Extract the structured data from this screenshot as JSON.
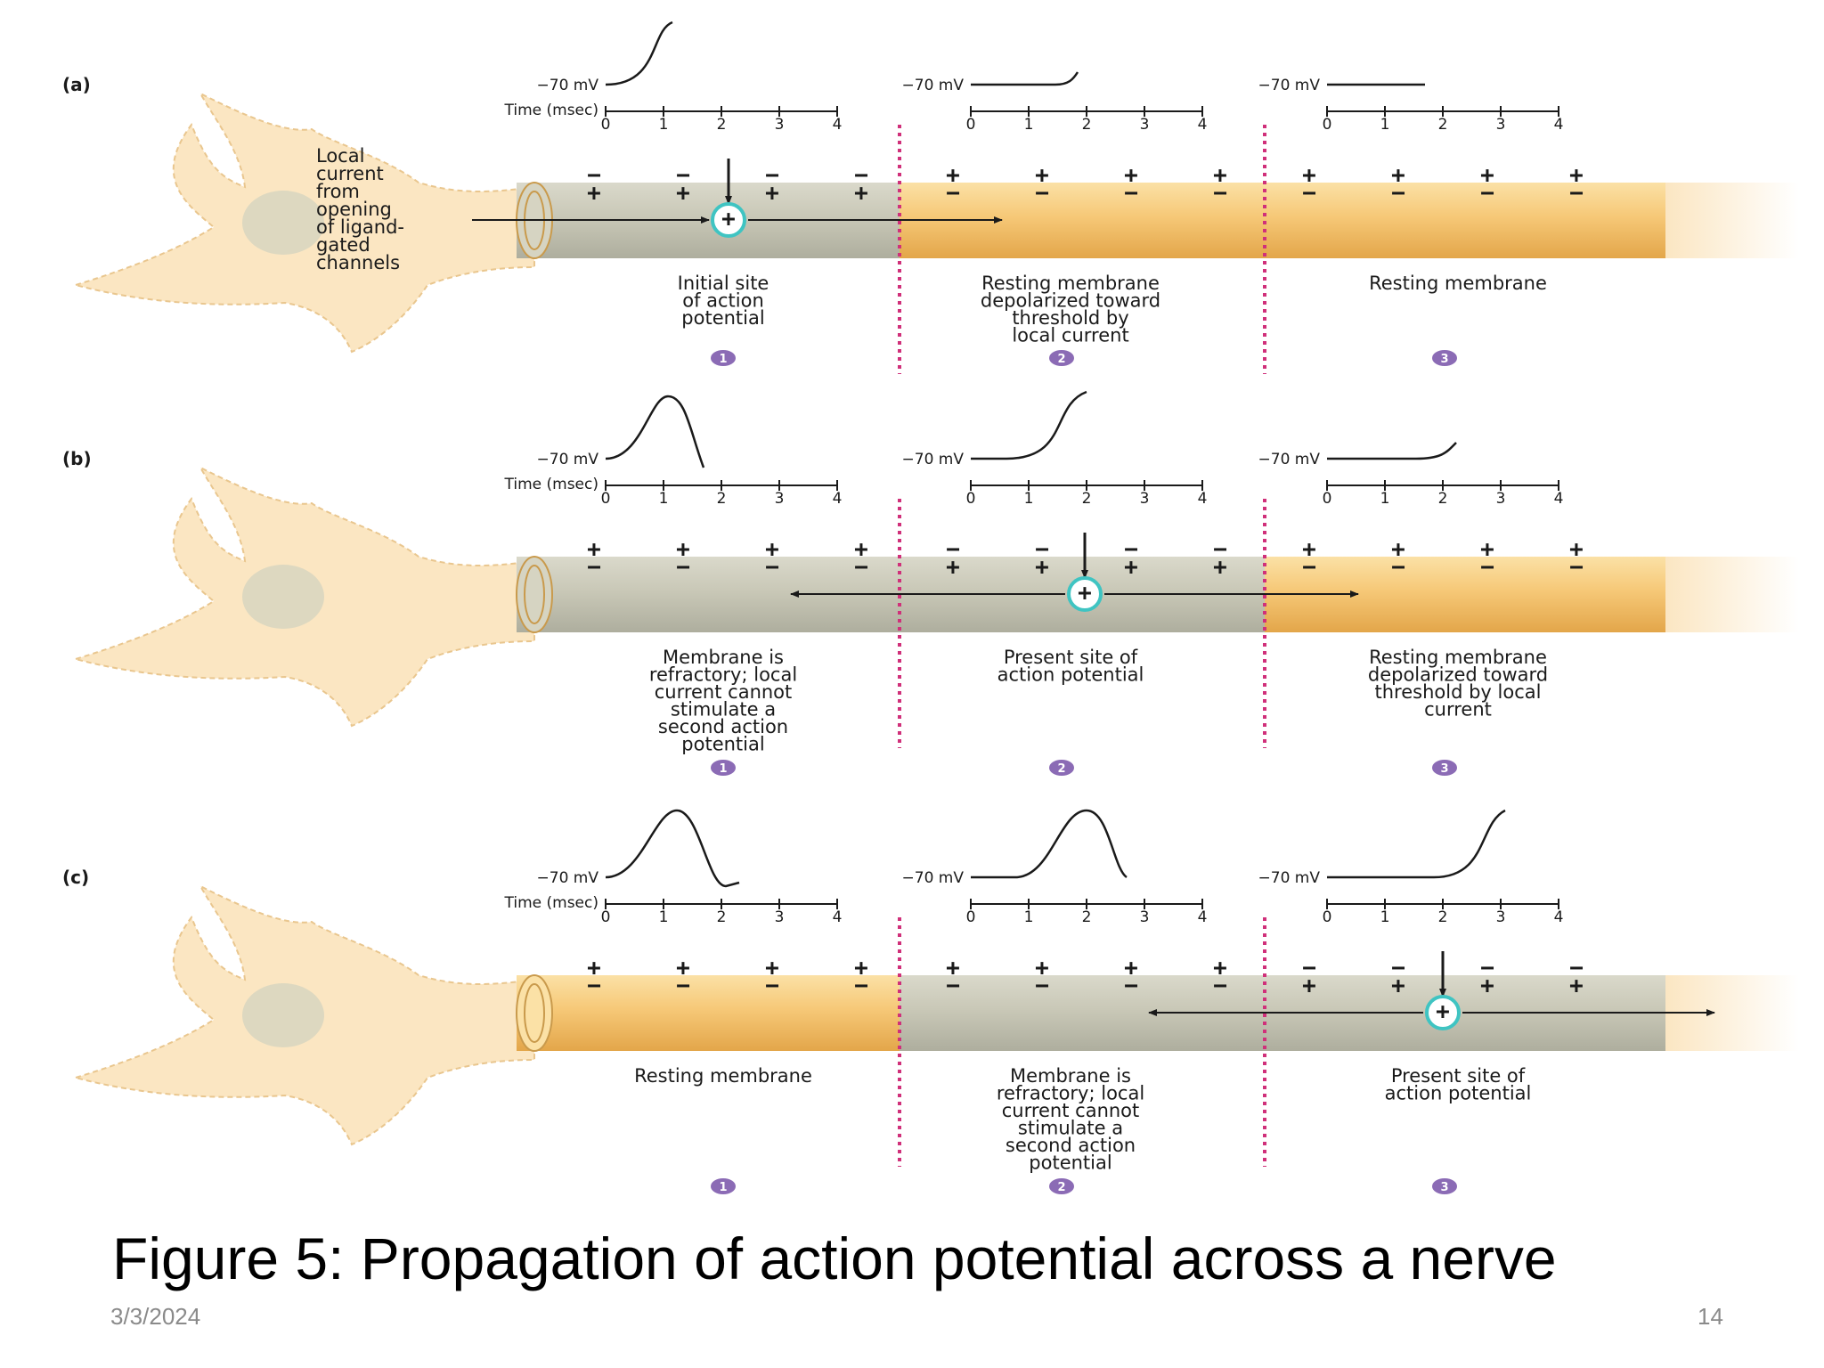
{
  "slide": {
    "caption": "Figure 5: Propagation of action potential across a nerve",
    "date": "3/3/2024",
    "page_number": "14"
  },
  "figure": {
    "mv_label": "−70 mV",
    "time_label": "Time (msec)",
    "ticks": [
      "0",
      "1",
      "2",
      "3",
      "4"
    ],
    "colors": {
      "cell_body": "#fbe6c2",
      "resting_axon": "#f6c877",
      "active_axon": "#c9c8b7",
      "boundary": "#d0307a",
      "site_marker": "#3fc4c2",
      "badge": "#8b6bb5"
    },
    "local_current_label": [
      "Local",
      "current",
      "from",
      "opening",
      "of ligand-",
      "gated",
      "channels"
    ],
    "panels": [
      {
        "letter": "(a)",
        "zones": [
          {
            "badge": "1",
            "text": [
              "Initial site",
              "of action",
              "potential"
            ]
          },
          {
            "badge": "2",
            "text": [
              "Resting membrane",
              "depolarized toward",
              "threshold by",
              "local current"
            ]
          },
          {
            "badge": "3",
            "text": [
              "Resting membrane"
            ]
          }
        ]
      },
      {
        "letter": "(b)",
        "zones": [
          {
            "badge": "1",
            "text": [
              "Membrane is",
              "refractory; local",
              "current cannot",
              "stimulate a",
              "second action",
              "potential"
            ]
          },
          {
            "badge": "2",
            "text": [
              "Present site of",
              "action potential"
            ]
          },
          {
            "badge": "3",
            "text": [
              "Resting membrane",
              "depolarized toward",
              "threshold by local",
              "current"
            ]
          }
        ]
      },
      {
        "letter": "(c)",
        "zones": [
          {
            "badge": "1",
            "text": [
              "Resting membrane"
            ]
          },
          {
            "badge": "2",
            "text": [
              "Membrane is",
              "refractory; local",
              "current cannot",
              "stimulate a",
              "second action",
              "potential"
            ]
          },
          {
            "badge": "3",
            "text": [
              "Present site of",
              "action potential"
            ]
          }
        ]
      }
    ]
  }
}
